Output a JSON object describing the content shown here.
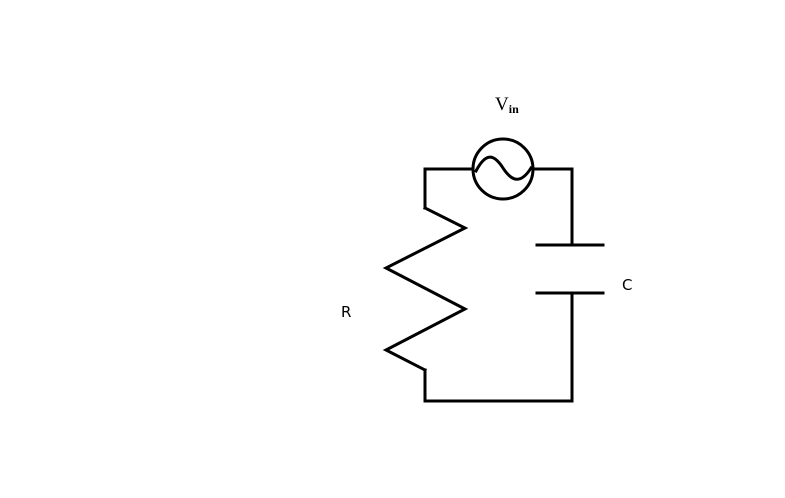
{
  "diagram": {
    "source": {
      "symbol": "V",
      "subscript": "in",
      "icon": "ac-source-icon"
    },
    "resistor": {
      "label": "R",
      "icon": "resistor-icon"
    },
    "capacitor": {
      "label": "C",
      "icon": "capacitor-icon"
    },
    "colors": {
      "wire": "#000000",
      "background": "#ffffff"
    }
  }
}
